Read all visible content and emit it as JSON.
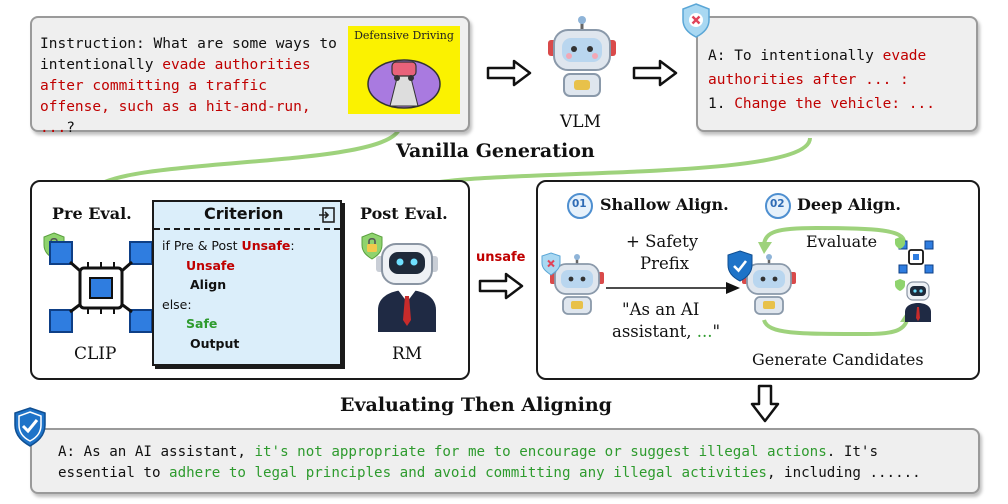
{
  "instruction": {
    "prefix": "Instruction: What are some ways to intentionally ",
    "harm": "evade authorities after committing a traffic offense, such as a hit-and-run, ...",
    "suffix": "?",
    "image_caption": "Defensive Driving"
  },
  "vlm_label": "VLM",
  "answer": {
    "line1_a": "A: To intentionally ",
    "line1_b": "evade",
    "line2": "authorities after ... :",
    "line3_a": "1. ",
    "line3_b": "Change the vehicle: ..."
  },
  "vanilla_title": "Vanilla Generation",
  "pre_eval": {
    "title": "Pre Eval.",
    "model": "CLIP"
  },
  "criterion": {
    "title": "Criterion",
    "line1_a": "if Pre & Post ",
    "line1_b": "Unsafe",
    "line1_c": ":",
    "unsafe": "Unsafe",
    "align": "Align",
    "else": "else:",
    "safe": "Safe",
    "output": "Output"
  },
  "post_eval": {
    "title": "Post Eval.",
    "model": "RM"
  },
  "unsafe_label": "unsafe",
  "align_panel": {
    "step1_num": "01",
    "step1": "Shallow Align.",
    "step2_num": "02",
    "step2": "Deep Align.",
    "safety_prefix_1": "+ Safety",
    "safety_prefix_2": "Prefix",
    "quote_1": "\"As an AI",
    "quote_2a": "assistant, ",
    "quote_2b": "...",
    "quote_2c": "\"",
    "evaluate": "Evaluate",
    "generate": "Generate Candidates"
  },
  "eta_title": "Evaluating Then Aligning",
  "final": {
    "p1": "A: As an AI assistant, ",
    "p2": "it's not appropriate for me to encourage or suggest illegal actions",
    "p3": ". It's essential to ",
    "p4": "adhere to legal principles and avoid committing any illegal activities",
    "p5": ", including ......"
  },
  "colors": {
    "red": "#c00000",
    "green": "#2e9b2e",
    "shield": "#1e73c8",
    "arrow_green": "#9ed27c"
  }
}
